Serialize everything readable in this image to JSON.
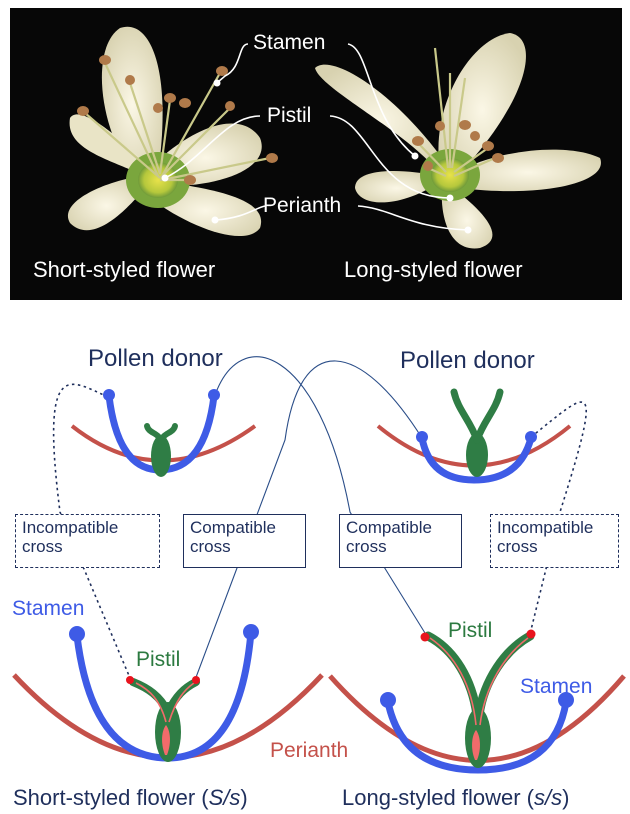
{
  "photo": {
    "labels": {
      "stamen": "Stamen",
      "pistil": "Pistil",
      "perianth": "Perianth"
    },
    "captions": {
      "short": "Short-styled flower",
      "long": "Long-styled flower"
    }
  },
  "diagram": {
    "donor_left": "Pollen donor",
    "donor_right": "Pollen donor",
    "boxes": [
      {
        "line1": "Incompatible",
        "line2": "cross"
      },
      {
        "line1": "Compatible",
        "line2": "cross"
      },
      {
        "line1": "Compatible",
        "line2": "cross"
      },
      {
        "line1": "Incompatible",
        "line2": "cross"
      }
    ],
    "labels": {
      "stamen_left": "Stamen",
      "pistil_left": "Pistil",
      "perianth": "Perianth",
      "pistil_right": "Pistil",
      "stamen_right": "Stamen"
    },
    "captions": {
      "short": {
        "text": "Short-styled flower (",
        "genotype": "S/s",
        "close": ")"
      },
      "long": {
        "text": "Long-styled flower (",
        "genotype": "s/s",
        "close": ")"
      }
    }
  },
  "colors": {
    "photo_background": "#070707",
    "stamen": "#3e5be6",
    "pistil": "#2f7d45",
    "perianth": "#c4514a",
    "pollen_dot": "#e8141e",
    "text_navy": "#1f2f5c",
    "cross_line": "#2a4d88"
  }
}
